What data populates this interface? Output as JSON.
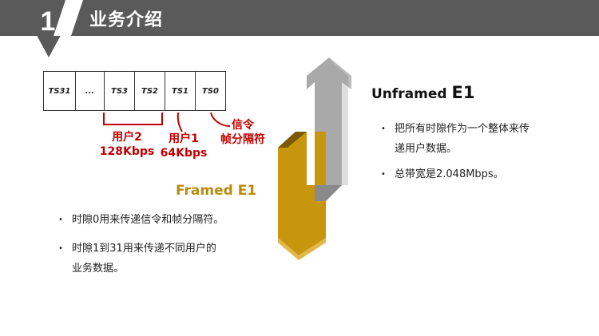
{
  "header": {
    "number": "1",
    "title": "业务介绍"
  },
  "timeslots": [
    "TS31",
    "...",
    "TS3",
    "TS2",
    "TS1",
    "TS0"
  ],
  "annotations": {
    "user2": [
      "用户2",
      "128Kbps"
    ],
    "user1": [
      "用户1",
      "64Kbps"
    ],
    "signal": [
      "信令",
      "帧分隔符"
    ]
  },
  "framed": {
    "title": "Framed E1",
    "bullets": [
      "时隙0用来传递信令和帧分隔符。",
      "时隙1到31用来传递不同用户的",
      "业务数据。"
    ]
  },
  "unframed": {
    "title_word": "Unframed ",
    "title_e1": "E1",
    "bullets": [
      "把所有时隙作为一个整体来传",
      "递用户数据。",
      "总带宽是2.048Mbps。"
    ]
  },
  "colors": {
    "header": "#5a5a5a",
    "gold": "#c8960c",
    "gray_arrow": "#a0a0a0",
    "red": "#c00000"
  }
}
